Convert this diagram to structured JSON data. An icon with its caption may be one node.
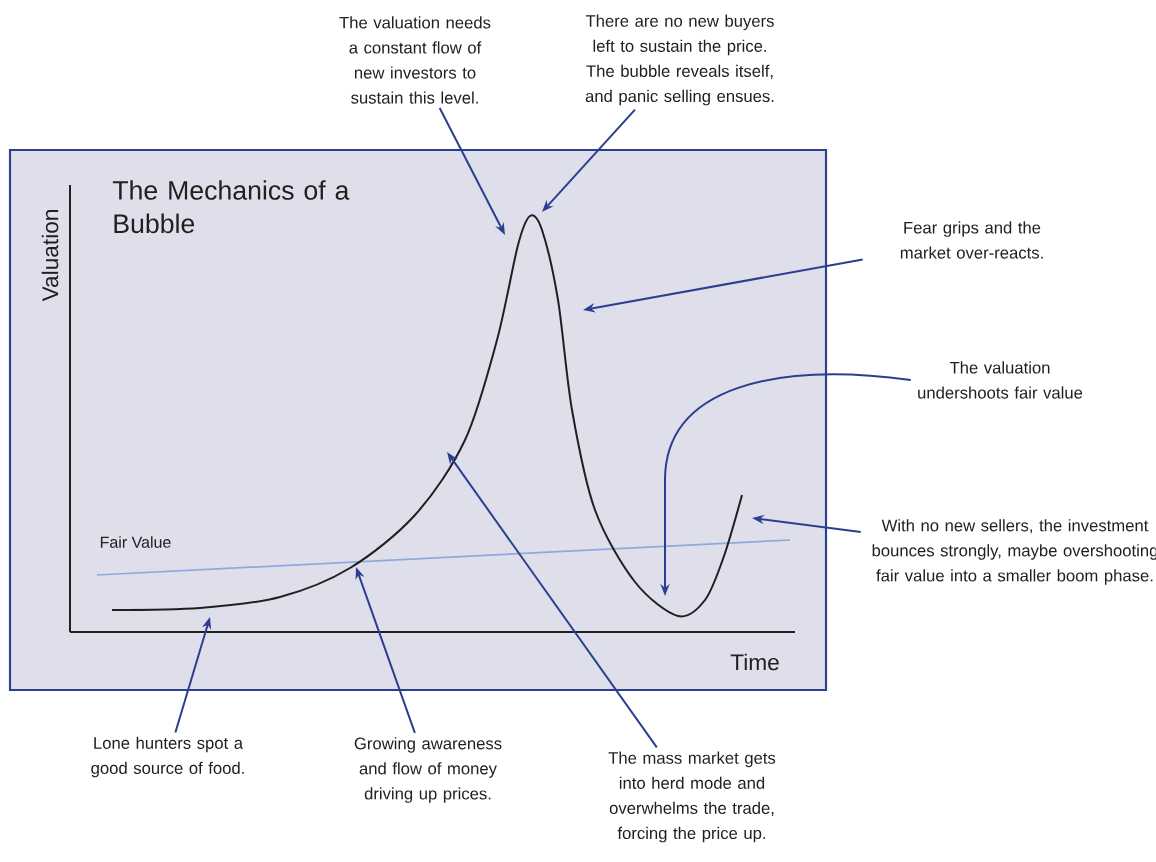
{
  "diagram": {
    "title": "The Mechanics of a Bubble",
    "nodes": [
      {
        "text": [
          "The valuation needs a constant flow of new investors to sustain this level."
        ]
      },
      {
        "text": [
          "There are no new buyers left to sustain the price. The bubble reveals itself, and panic selling ensues."
        ]
      },
      {
        "text": [
          "Fear grips and the market over-reacts."
        ]
      },
      {
        "text": [
          "The valuation undershoots fair value"
        ]
      },
      {
        "text": [
          "With no new sellers, the investment bounces strongly, maybe overshooting fair value into a smaller boom phase."
        ]
      },
      {
        "text": [
          "Lone hunters spot a good source of food."
        ]
      },
      {
        "text": [
          "Growing awareness and flow of money driving up prices."
        ]
      },
      {
        "text": [
          "The mass market gets into herd mode and overwhelms the trade, forcing the price up."
        ]
      }
    ],
    "edges": [
      {
        "from": 0,
        "to": null,
        "arrow": "to"
      },
      {
        "from": 1,
        "to": null,
        "arrow": "to"
      },
      {
        "from": 2,
        "to": null,
        "arrow": "to"
      },
      {
        "from": 3,
        "to": null,
        "arrow": "to"
      },
      {
        "from": 4,
        "to": null,
        "arrow": "to"
      },
      {
        "from": 5,
        "to": null,
        "arrow": "to"
      },
      {
        "from": 6,
        "to": null,
        "arrow": "to"
      },
      {
        "from": 7,
        "to": null,
        "arrow": "to"
      }
    ],
    "labels": [
      "Valuation",
      "Fair Value",
      "Time"
    ]
  }
}
